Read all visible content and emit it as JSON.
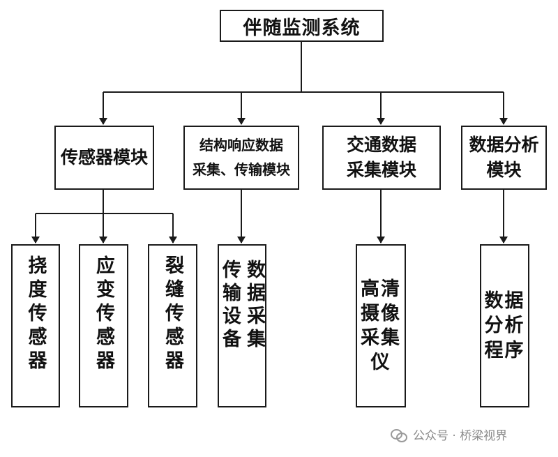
{
  "root": {
    "label": "伴随监测系统"
  },
  "modules": [
    {
      "label": "传感器模块"
    },
    {
      "label": "结构响应数据\n采集、传输模块"
    },
    {
      "label": "交通数据\n采集模块"
    },
    {
      "label": "数据分析\n模块"
    }
  ],
  "leaves": [
    {
      "label": "挠度传感器"
    },
    {
      "label": "应变传感器"
    },
    {
      "label": "裂缝传感器"
    },
    {
      "label": "数据采集\n传输设备"
    },
    {
      "label": "高清\n摄像\n采集\n仪"
    },
    {
      "label": "数据\n分析\n程序"
    }
  ],
  "watermark": {
    "text": "公众号 · 桥梁视界",
    "icon": "wechat-icon"
  }
}
